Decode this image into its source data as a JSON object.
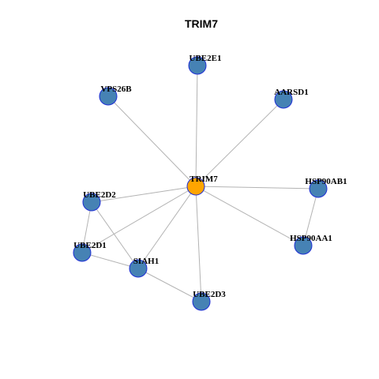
{
  "title": "TRIM7",
  "colors": {
    "hub_fill": "#FFA500",
    "node_fill": "#4682B4",
    "node_border": "#1f2fd6",
    "edge": "#b3b3b3"
  },
  "nodes": [
    {
      "id": "TRIM7",
      "label": "TRIM7",
      "hub": true
    },
    {
      "id": "UBE2E1",
      "label": "UBE2E1"
    },
    {
      "id": "VPS26B",
      "label": "VPS26B"
    },
    {
      "id": "AARSD1",
      "label": "AARSD1"
    },
    {
      "id": "HSP90AB1",
      "label": "HSP90AB1"
    },
    {
      "id": "HSP90AA1",
      "label": "HSP90AA1"
    },
    {
      "id": "UBE2D2",
      "label": "UBE2D2"
    },
    {
      "id": "UBE2D1",
      "label": "UBE2D1"
    },
    {
      "id": "SIAH1",
      "label": "SIAH1"
    },
    {
      "id": "UBE2D3",
      "label": "UBE2D3"
    }
  ],
  "edges": [
    [
      "TRIM7",
      "UBE2E1"
    ],
    [
      "TRIM7",
      "VPS26B"
    ],
    [
      "TRIM7",
      "AARSD1"
    ],
    [
      "TRIM7",
      "HSP90AB1"
    ],
    [
      "TRIM7",
      "HSP90AA1"
    ],
    [
      "TRIM7",
      "UBE2D2"
    ],
    [
      "TRIM7",
      "UBE2D1"
    ],
    [
      "TRIM7",
      "SIAH1"
    ],
    [
      "TRIM7",
      "UBE2D3"
    ],
    [
      "HSP90AB1",
      "HSP90AA1"
    ],
    [
      "UBE2D2",
      "UBE2D1"
    ],
    [
      "UBE2D2",
      "SIAH1"
    ],
    [
      "UBE2D1",
      "SIAH1"
    ],
    [
      "SIAH1",
      "UBE2D3"
    ]
  ]
}
